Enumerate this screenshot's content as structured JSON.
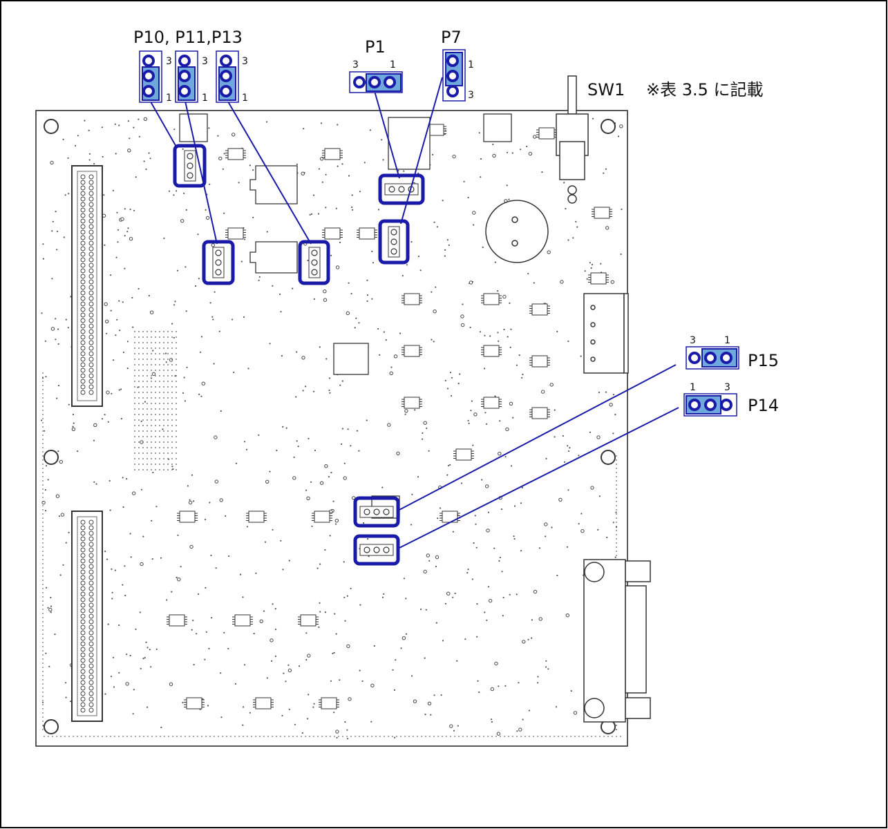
{
  "diagram": {
    "labels": {
      "p10_p11_p13": "P10, P11,P13",
      "p1": "P1",
      "p7": "P7",
      "sw1": "SW1",
      "sw1_note": "※表 3.5 に記載",
      "p15": "P15",
      "p14": "P14"
    },
    "pin_numbers": {
      "one": "1",
      "three": "3"
    },
    "colors": {
      "highlight": "#1a1aa8",
      "jumper_fill": "#6fa8dc",
      "board_outline": "#222222",
      "frame": "#000000"
    }
  }
}
